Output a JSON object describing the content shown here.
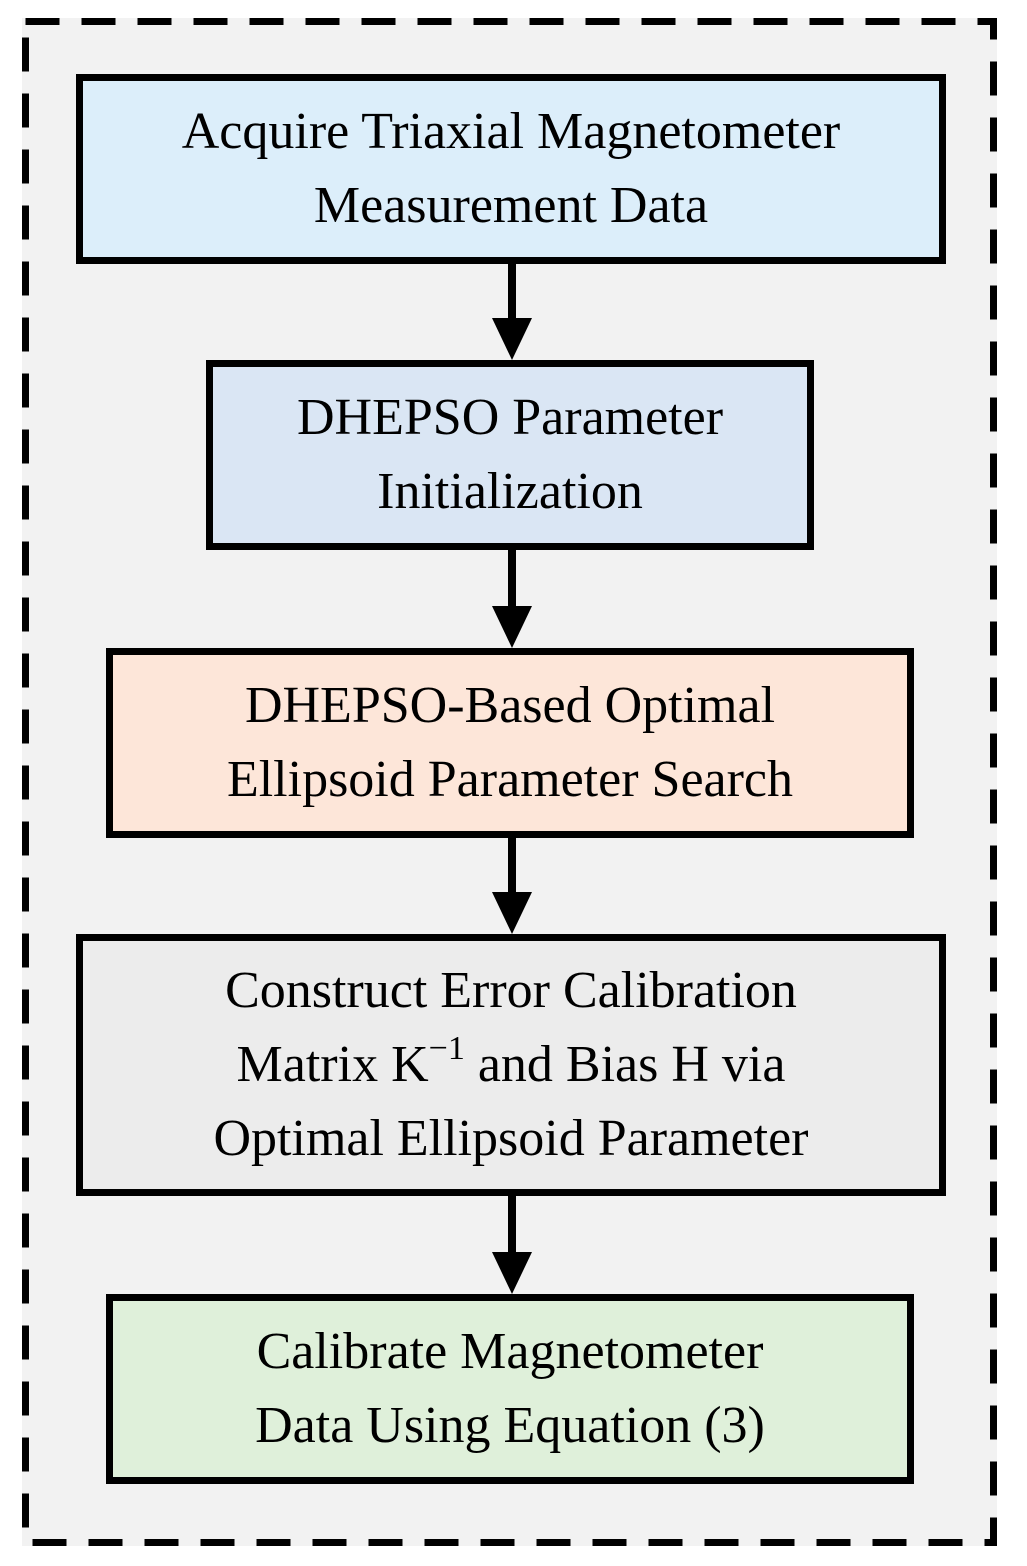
{
  "colors": {
    "background": "#f2f2f2",
    "border": "#000000",
    "step1_fill": "#dceefa",
    "step2_fill": "#dae6f4",
    "step3_fill": "#fde6d9",
    "step4_fill": "#ececec",
    "step5_fill": "#dff0da"
  },
  "steps": [
    {
      "lines": [
        "Acquire Triaxial Magnetometer",
        "Measurement Data"
      ]
    },
    {
      "lines": [
        "DHEPSO Parameter",
        "Initialization"
      ]
    },
    {
      "lines": [
        "DHEPSO-Based Optimal",
        "Ellipsoid Parameter Search"
      ]
    },
    {
      "line1": "Construct Error Calibration",
      "line2_pre": "Matrix K",
      "line2_sup": "−1",
      "line2_post": " and Bias H via",
      "line3": "Optimal Ellipsoid Parameter"
    },
    {
      "lines": [
        "Calibrate Magnetometer",
        "Data Using Equation (3)"
      ]
    }
  ]
}
